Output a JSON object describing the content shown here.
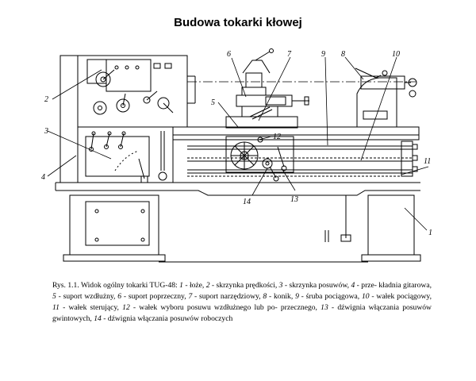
{
  "title": "Budowa tokarki kłowej",
  "labels": [
    "1",
    "2",
    "3",
    "4",
    "5",
    "6",
    "7",
    "8",
    "9",
    "10",
    "11",
    "12",
    "13",
    "14"
  ],
  "caption": {
    "prefix": "Rys. 1.1. Widok ogólny tokarki TUG-48: ",
    "parts": [
      {
        "num": "1",
        "text": " - łoże, "
      },
      {
        "num": "2",
        "text": " - skrzynka prędkości, "
      },
      {
        "num": "3",
        "text": " - skrzynka posuwów, "
      },
      {
        "num": "4",
        "text": " - prze- kładnia gitarowa, "
      },
      {
        "num": "5",
        "text": " - suport wzdłużny, "
      },
      {
        "num": "6",
        "text": " - suport poprzeczny, "
      },
      {
        "num": "7",
        "text": " - suport narzędziowy, "
      },
      {
        "num": "8",
        "text": " - konik, "
      },
      {
        "num": "9",
        "text": " - śruba pociągowa, "
      },
      {
        "num": "10",
        "text": " - wałek pociągowy, "
      },
      {
        "num": "11",
        "text": " - wałek sterujący, "
      },
      {
        "num": "12",
        "text": " - wałek wyboru posuwu wzdłużnego lub po- przecznego, "
      },
      {
        "num": "13",
        "text": " - dźwignia włączania posuwów gwintowych, "
      },
      {
        "num": "14",
        "text": " - dźwignia włączania posuwów roboczych"
      }
    ]
  }
}
